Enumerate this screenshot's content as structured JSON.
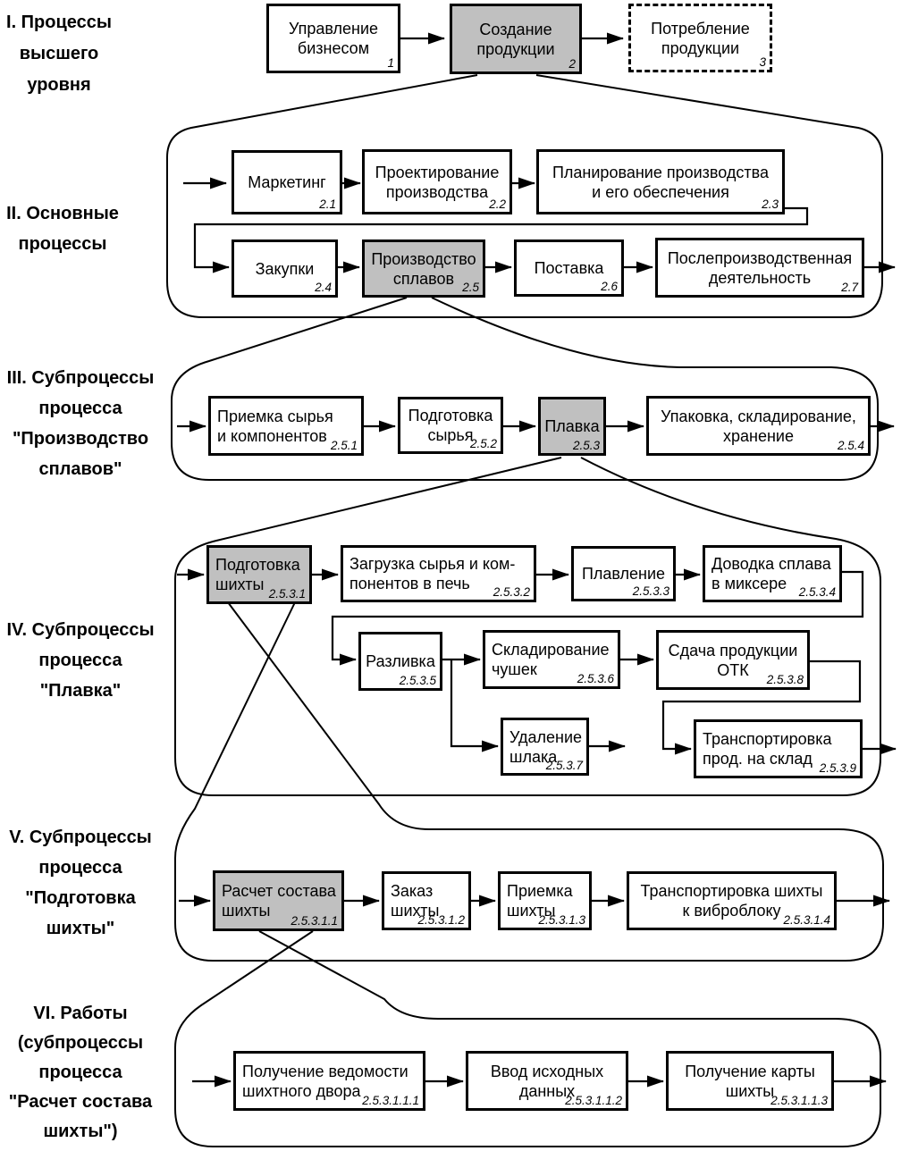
{
  "colors": {
    "background": "#ffffff",
    "line": "#000000",
    "box_fill": "#ffffff",
    "shaded_fill": "#c0c0c0"
  },
  "levels": [
    {
      "label": "I. Процессы\nвысшего\nуровня",
      "boxes": [
        {
          "label": "Управление\nбизнесом",
          "num": "1"
        },
        {
          "label": "Создание\nпродукции",
          "num": "2"
        },
        {
          "label": "Потребление\nпродукции",
          "num": "3"
        }
      ]
    },
    {
      "label": "II. Основные\nпроцессы",
      "boxes": [
        {
          "label": "Маркетинг",
          "num": "2.1"
        },
        {
          "label": "Проектирование\nпроизводства",
          "num": "2.2"
        },
        {
          "label": "Планирование производства\nи его обеспечения",
          "num": "2.3"
        },
        {
          "label": "Закупки",
          "num": "2.4"
        },
        {
          "label": "Производство\nсплавов",
          "num": "2.5"
        },
        {
          "label": "Поставка",
          "num": "2.6"
        },
        {
          "label": "Послепроизводственная\nдеятельность",
          "num": "2.7"
        }
      ]
    },
    {
      "label": "III. Субпроцессы\nпроцесса\n\"Производство\nсплавов\"",
      "boxes": [
        {
          "label": "Приемка сырья\nи компонентов",
          "num": "2.5.1"
        },
        {
          "label": "Подготовка\nсырья",
          "num": "2.5.2"
        },
        {
          "label": "Плавка",
          "num": "2.5.3"
        },
        {
          "label": "Упаковка, складирование,\nхранение",
          "num": "2.5.4"
        }
      ]
    },
    {
      "label": "IV. Субпроцессы\nпроцесса\n\"Плавка\"",
      "boxes": [
        {
          "label": "Подготовка\nшихты",
          "num": "2.5.3.1"
        },
        {
          "label": "Загрузка сырья и ком-\nпонентов в печь",
          "num": "2.5.3.2"
        },
        {
          "label": "Плавление",
          "num": "2.5.3.3"
        },
        {
          "label": "Доводка сплава\nв миксере",
          "num": "2.5.3.4"
        },
        {
          "label": "Разливка",
          "num": "2.5.3.5"
        },
        {
          "label": "Складирование\nчушек",
          "num": "2.5.3.6"
        },
        {
          "label": "Сдача продукции\nОТК",
          "num": "2.5.3.8"
        },
        {
          "label": "Удаление\nшлака",
          "num": "2.5.3.7"
        },
        {
          "label": "Транспортировка\nпрод. на склад",
          "num": "2.5.3.9"
        }
      ]
    },
    {
      "label": "V. Субпроцессы\nпроцесса\n\"Подготовка\nшихты\"",
      "boxes": [
        {
          "label": "Расчет состава\nшихты",
          "num": "2.5.3.1.1"
        },
        {
          "label": "Заказ\nшихты",
          "num": "2.5.3.1.2"
        },
        {
          "label": "Приемка\nшихты",
          "num": "2.5.3.1.3"
        },
        {
          "label": "Транспортировка шихты\nк виброблоку",
          "num": "2.5.3.1.4"
        }
      ]
    },
    {
      "label": "VI. Работы\n(субпроцессы\nпроцесса\n\"Расчет состава\nшихты\")",
      "boxes": [
        {
          "label": "Получение ведомости\nшихтного двора",
          "num": "2.5.3.1.1.1"
        },
        {
          "label": "Ввод исходных\nданных",
          "num": "2.5.3.1.1.2"
        },
        {
          "label": "Получение карты\nшихты",
          "num": "2.5.3.1.1.3"
        }
      ]
    }
  ]
}
